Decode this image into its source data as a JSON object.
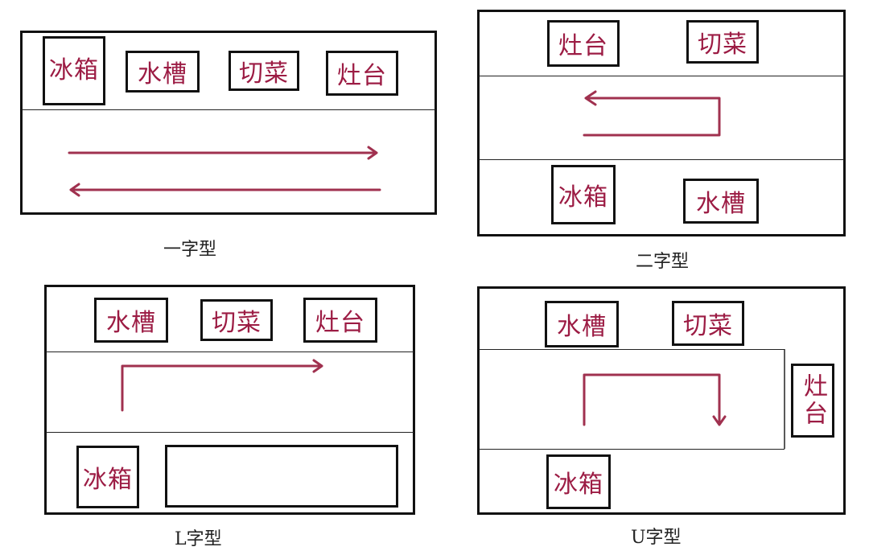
{
  "colors": {
    "label": "#9c1c44",
    "arrow": "#a0314f",
    "line": "#111111"
  },
  "layouts": {
    "yi": {
      "caption": "一字型",
      "labels": [
        "冰箱",
        "水槽",
        "切菜",
        "灶台"
      ]
    },
    "er": {
      "caption": "二字型",
      "top_labels": [
        "灶台",
        "切菜"
      ],
      "bottom_labels": [
        "冰箱",
        "水槽"
      ]
    },
    "l": {
      "caption": "L字型",
      "top_labels": [
        "水槽",
        "切菜",
        "灶台"
      ],
      "bottom_labels": [
        "冰箱"
      ]
    },
    "u": {
      "caption": "U字型",
      "top_labels": [
        "水槽",
        "切菜"
      ],
      "side_label": "灶台",
      "bottom_labels": [
        "冰箱"
      ]
    }
  }
}
